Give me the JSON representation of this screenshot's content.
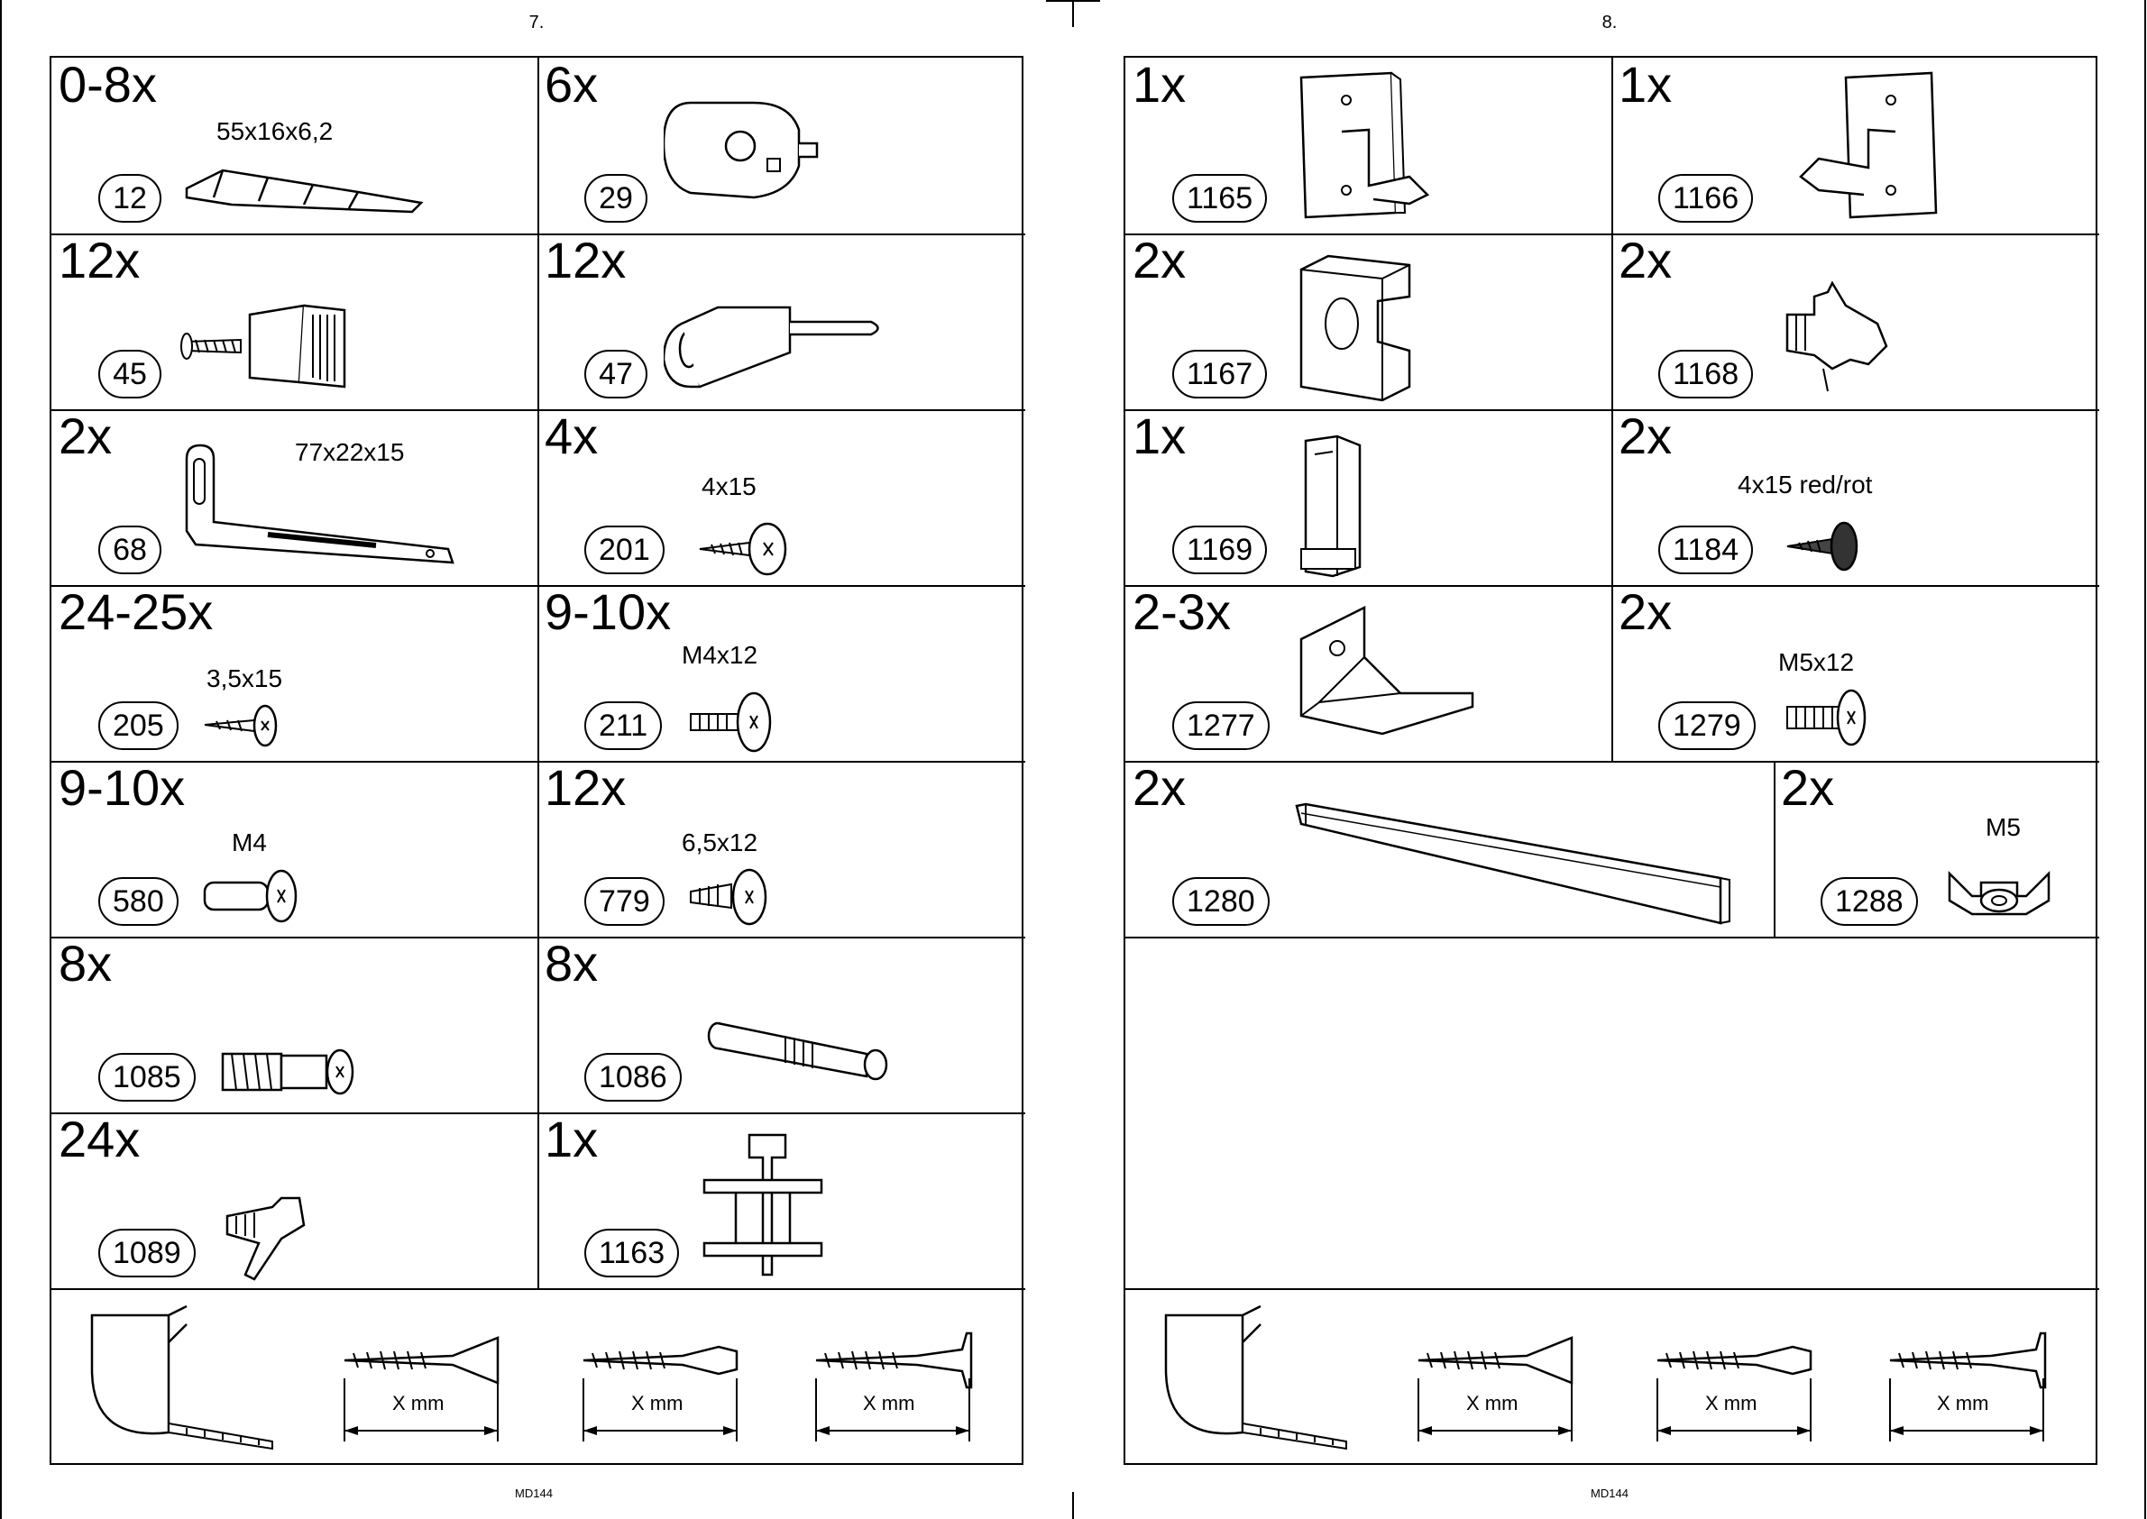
{
  "left_page": {
    "page_number": "7.",
    "footer_code": "MD144",
    "parts": [
      {
        "qty": "0-8x",
        "part_no": "12",
        "dim": "55x16x6,2"
      },
      {
        "qty": "6x",
        "part_no": "29",
        "dim": ""
      },
      {
        "qty": "12x",
        "part_no": "45",
        "dim": ""
      },
      {
        "qty": "12x",
        "part_no": "47",
        "dim": ""
      },
      {
        "qty": "2x",
        "part_no": "68",
        "dim": "77x22x15"
      },
      {
        "qty": "4x",
        "part_no": "201",
        "dim": "4x15"
      },
      {
        "qty": "24-25x",
        "part_no": "205",
        "dim": "3,5x15"
      },
      {
        "qty": "9-10x",
        "part_no": "211",
        "dim": "M4x12"
      },
      {
        "qty": "9-10x",
        "part_no": "580",
        "dim": "M4"
      },
      {
        "qty": "12x",
        "part_no": "779",
        "dim": "6,5x12"
      },
      {
        "qty": "8x",
        "part_no": "1085",
        "dim": ""
      },
      {
        "qty": "8x",
        "part_no": "1086",
        "dim": ""
      },
      {
        "qty": "24x",
        "part_no": "1089",
        "dim": ""
      },
      {
        "qty": "1x",
        "part_no": "1163",
        "dim": ""
      }
    ],
    "measure_labels": [
      "X mm",
      "X mm",
      "X mm"
    ]
  },
  "right_page": {
    "page_number": "8.",
    "footer_code": "MD144",
    "parts": [
      {
        "qty": "1x",
        "part_no": "1165",
        "dim": ""
      },
      {
        "qty": "1x",
        "part_no": "1166",
        "dim": ""
      },
      {
        "qty": "2x",
        "part_no": "1167",
        "dim": ""
      },
      {
        "qty": "2x",
        "part_no": "1168",
        "dim": ""
      },
      {
        "qty": "1x",
        "part_no": "1169",
        "dim": ""
      },
      {
        "qty": "2x",
        "part_no": "1184",
        "dim": "4x15 red/rot"
      },
      {
        "qty": "2-3x",
        "part_no": "1277",
        "dim": ""
      },
      {
        "qty": "2x",
        "part_no": "1279",
        "dim": "M5x12"
      },
      {
        "qty": "2x",
        "part_no": "1280",
        "dim": ""
      },
      {
        "qty": "2x",
        "part_no": "1288",
        "dim": "M5"
      }
    ],
    "measure_labels": [
      "X mm",
      "X mm",
      "X mm"
    ]
  }
}
